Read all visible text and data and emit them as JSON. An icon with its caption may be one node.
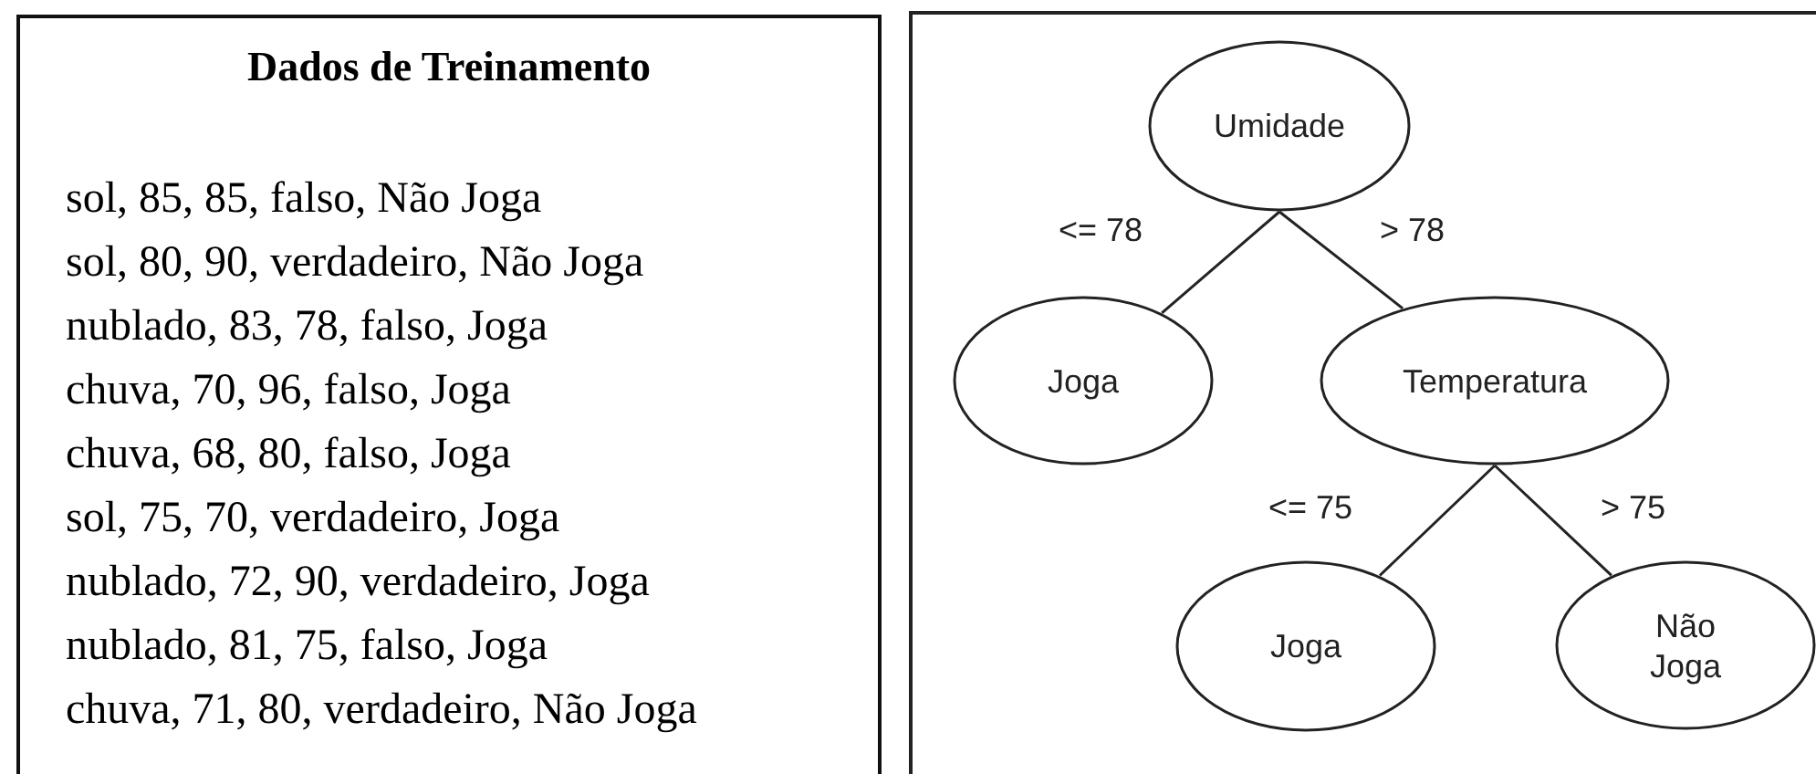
{
  "diagram": {
    "nodes": [
      {
        "text": [
          "Dados de Treinamento",
          "sol, 85, 85, falso, Não Joga",
          "sol, 80, 90, verdadeiro, Não Joga",
          "nublado, 83, 78, falso, Joga",
          "chuva, 70, 96, falso, Joga",
          "chuva, 68, 80, falso, Joga",
          "sol, 75, 70, verdadeiro, Joga",
          "nublado, 72, 90, verdadeiro, Joga",
          "nublado, 81, 75, falso, Joga",
          "chuva, 71, 80, verdadeiro, Não Joga"
        ]
      },
      {
        "text": [],
        "shape": "box"
      },
      {
        "text": [
          "Umidade"
        ],
        "in": 1
      },
      {
        "text": [
          "Joga"
        ],
        "in": 1
      },
      {
        "text": [
          "Temperatura"
        ],
        "in": 1
      },
      {
        "text": [
          "Joga"
        ],
        "in": 1
      },
      {
        "text": [
          "Não Joga"
        ],
        "in": 1
      }
    ],
    "edges": [
      {
        "from": 2,
        "to": 3,
        "arrow": "none",
        "label": "<= 78"
      },
      {
        "from": 2,
        "to": 4,
        "arrow": "none",
        "label": "> 78"
      },
      {
        "from": 4,
        "to": 5,
        "arrow": "none",
        "label": "<= 75"
      },
      {
        "from": 4,
        "to": 6,
        "arrow": "none",
        "label": "> 75"
      }
    ]
  }
}
